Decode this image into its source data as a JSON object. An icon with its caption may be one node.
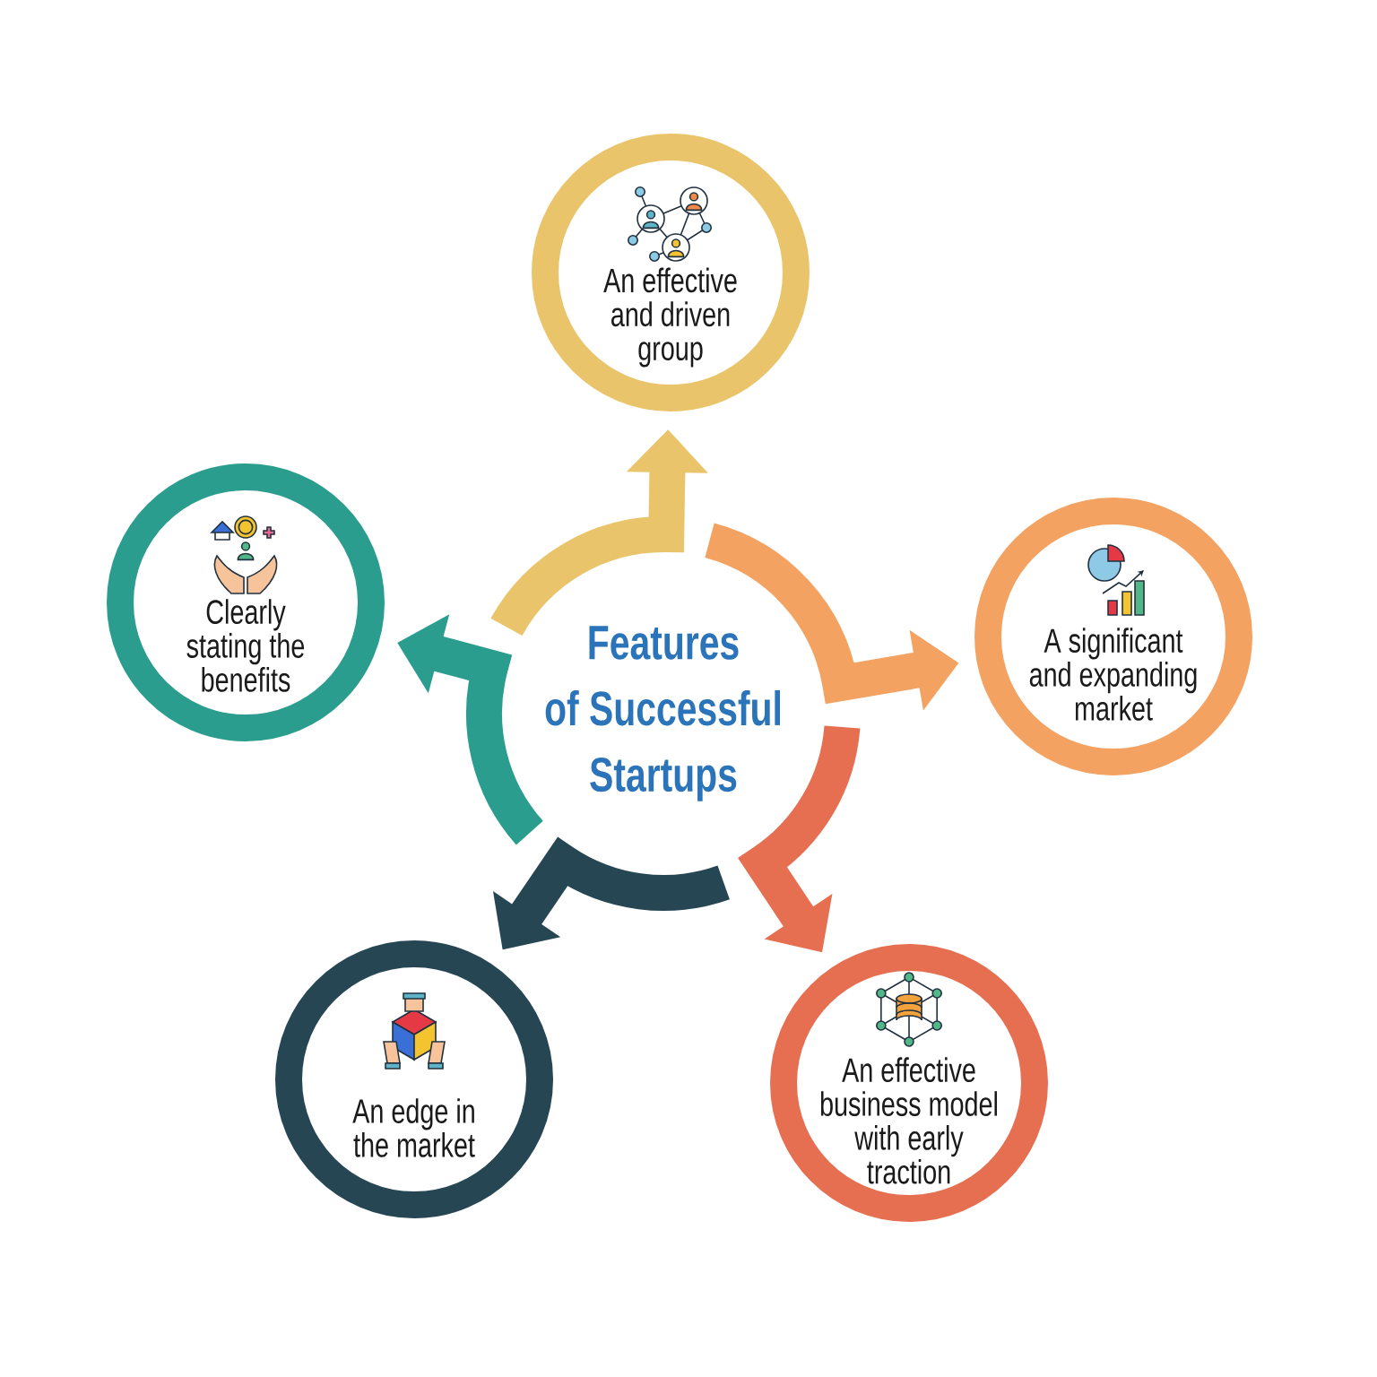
{
  "diagram": {
    "nodes": [
      {
        "text": [
          "Features of Successful Startups"
        ]
      },
      {
        "text": [
          "An effective and driven group"
        ]
      },
      {
        "text": [
          "A significant and expanding market"
        ]
      },
      {
        "text": [
          "An effective business model with early traction"
        ]
      },
      {
        "text": [
          "An edge in the market"
        ]
      },
      {
        "text": [
          "Clearly stating the benefits"
        ]
      }
    ],
    "edges": [
      {
        "from": 0,
        "to": 1,
        "arrow": "to",
        "color": "#e9c46a"
      },
      {
        "from": 0,
        "to": 2,
        "arrow": "to",
        "color": "#f4a261"
      },
      {
        "from": 0,
        "to": 3,
        "arrow": "to",
        "color": "#e76f51"
      },
      {
        "from": 0,
        "to": 4,
        "arrow": "to",
        "color": "#264653"
      },
      {
        "from": 0,
        "to": 5,
        "arrow": "to",
        "color": "#2a9d8f"
      }
    ]
  }
}
